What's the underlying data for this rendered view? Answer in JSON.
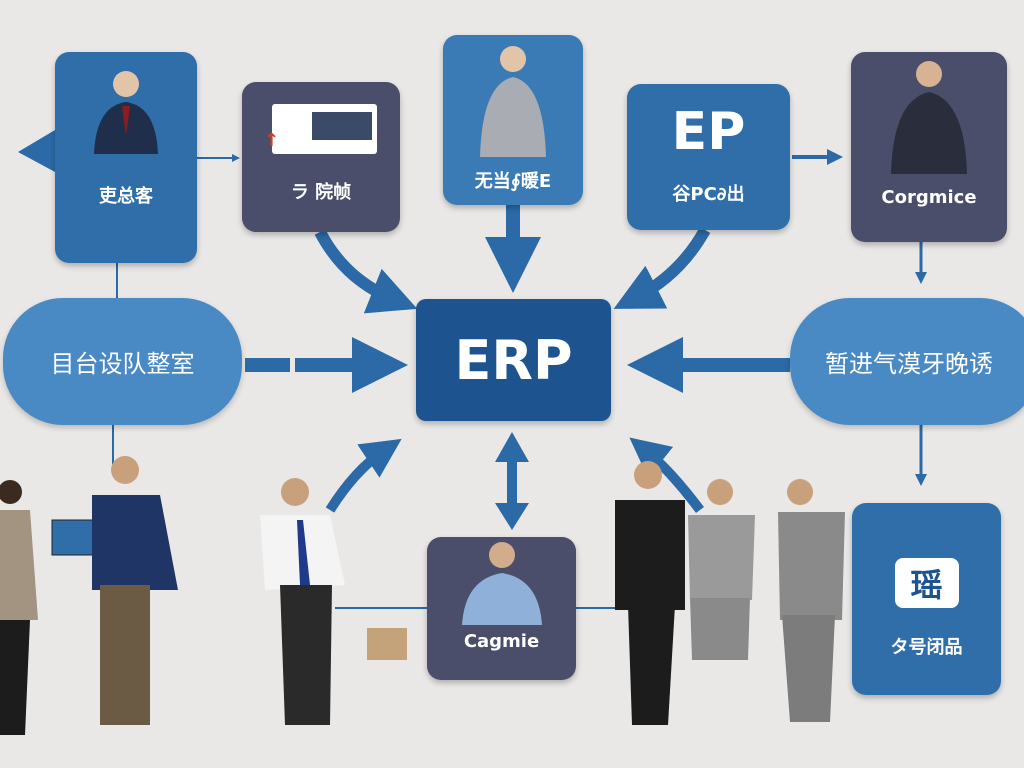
{
  "center": {
    "label": "ERP"
  },
  "top_boxes": [
    {
      "label": "吏总客"
    },
    {
      "label": "ラ 院帧"
    },
    {
      "label": "无当∮暖E"
    },
    {
      "title": "EP",
      "label": "谷PC∂出"
    },
    {
      "label": "Corgmice"
    }
  ],
  "side_nodes": {
    "left": "目台设队整室",
    "right": "暂进气漠牙晚诱"
  },
  "bottom_boxes": [
    {
      "label": "Cagmie"
    },
    {
      "icon_text": "瑶",
      "label": "タ号闭品"
    }
  ],
  "colors": {
    "blue": "#2f6ea8",
    "light_blue": "#4a8ac4",
    "dark": "#4a4e6a",
    "navy": "#1d548f",
    "arrow": "#2b6aa6"
  }
}
